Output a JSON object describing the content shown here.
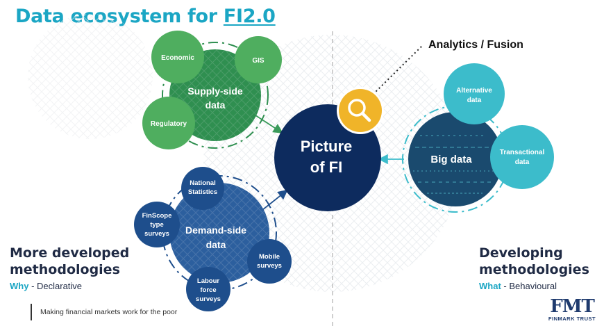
{
  "title": {
    "prefix": "Data ecosystem for ",
    "highlight": "FI2.0"
  },
  "center": {
    "line1": "Picture",
    "line2": "of FI"
  },
  "analytics_label": "Analytics / Fusion",
  "supply": {
    "hub": {
      "line1": "Supply-side",
      "line2": "data"
    },
    "economic": "Economic",
    "gis": "GIS",
    "regulatory": "Regulatory"
  },
  "demand": {
    "hub": {
      "line1": "Demand-side",
      "line2": "data"
    },
    "national": {
      "line1": "National",
      "line2": "Statistics"
    },
    "finscope": {
      "line1": "FinScope",
      "line2": "type",
      "line3": "surveys"
    },
    "mobile": {
      "line1": "Mobile",
      "line2": "surveys"
    },
    "labour": {
      "line1": "Labour",
      "line2": "force",
      "line3": "surveys"
    }
  },
  "bigdata": {
    "hub": "Big data",
    "alternative": {
      "line1": "Alternative",
      "line2": "data"
    },
    "transactional": {
      "line1": "Transactional",
      "line2": "data"
    }
  },
  "left_block": {
    "line1": "More developed",
    "line2": "methodologies",
    "key": "Why",
    "rest": " - Declarative"
  },
  "right_block": {
    "line1": "Developing",
    "line2": "methodologies",
    "key": "What",
    "rest": " - Behavioural"
  },
  "footer": "Making financial markets work for the poor",
  "logo": {
    "mark": "FMT",
    "sub": "FINMARK TRUST"
  },
  "colors": {
    "teal_title": "#1ba6c4",
    "navy": "#0d2b5e",
    "green_dark": "#2f8f50",
    "green_light": "#4fae5f",
    "blue_dark": "#1e4e8c",
    "blue_mid": "#2c5f9e",
    "teal": "#3cbccb",
    "gold": "#f0b429"
  }
}
